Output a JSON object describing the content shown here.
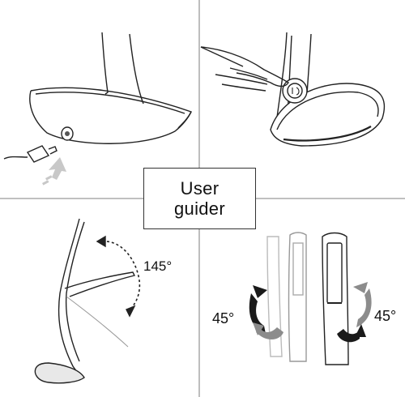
{
  "center": {
    "line1": "User",
    "line2": "guider"
  },
  "labels": {
    "tilt_angle": "145°",
    "rotate_left": "45°",
    "rotate_right": "45°"
  },
  "colors": {
    "divider": "#9a9a9a",
    "outline": "#222222",
    "arrow_dark": "#1a1a1a",
    "arrow_grey": "#8c8c8c",
    "hint_arrow": "#c8c8c8"
  }
}
